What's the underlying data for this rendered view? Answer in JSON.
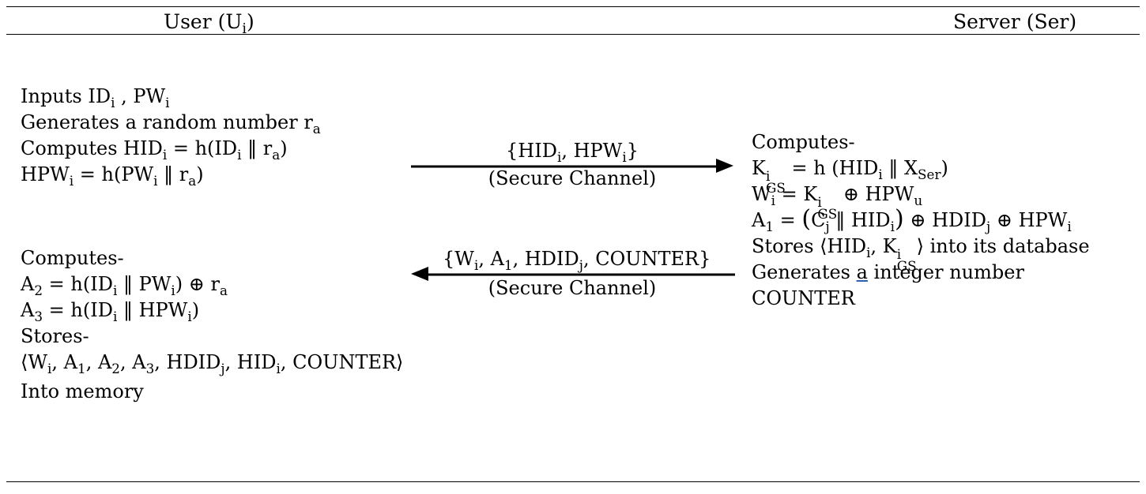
{
  "header": {
    "user_title": "User (U",
    "user_title_sub": "i",
    "user_title_close": ")",
    "server_title": "Server (Ser)"
  },
  "user_block1": {
    "l1_a": "Inputs ID",
    "l1_a_sub": "i",
    "l1_b": " , PW",
    "l1_b_sub": "i",
    "l2_a": "Generates a random number  r",
    "l2_a_sub": "a",
    "l3_a": "Computes HID",
    "l3_a_sub": "i",
    "l3_b": " = h(ID",
    "l3_b_sub": "i",
    "l3_c": " ‖  r",
    "l3_c_sub": "a",
    "l3_d": ")",
    "l4_a": "HPW",
    "l4_a_sub": "i",
    "l4_b": " = h(PW",
    "l4_b_sub": "i",
    "l4_c": " ‖  r",
    "l4_c_sub": "a",
    "l4_d": ")"
  },
  "message1": {
    "label_a": "{HID",
    "label_a_sub": "i",
    "label_b": ", HPW",
    "label_b_sub": "i",
    "label_c": "}",
    "channel": "(Secure Channel)"
  },
  "server_block": {
    "l1": "Computes-",
    "l2_a": "K",
    "l2_sup": "i",
    "l2_sub": "GS",
    "l2_b": " = h (HID",
    "l2_b_sub": "i",
    "l2_c": "  ‖  X",
    "l2_c_sub": "Ser",
    "l2_d": ")",
    "l3_a": "W",
    "l3_a_sub": "i",
    "l3_b": " = K",
    "l3_sup": "i",
    "l3_sub": "GS",
    "l3_c": " ⊕ HPW",
    "l3_c_sub": "u",
    "l4_a": "A",
    "l4_a_sub": "1",
    "l4_b": " = ",
    "l4_open": "(",
    "l4_c": "C",
    "l4_c_sub": "j",
    "l4_d": " ‖  HID",
    "l4_d_sub": "i",
    "l4_close": ")",
    "l4_e": " ⊕ HDID",
    "l4_e_sub": "j",
    "l4_f": " ⊕ HPW",
    "l4_f_sub": "i",
    "l5_a": "Stores ⟨HID",
    "l5_a_sub": "i",
    "l5_b": ", K",
    "l5_sup": "i",
    "l5_sub": "GS",
    "l5_c": "⟩ into its database",
    "l6_a": "Generates ",
    "l6_u": "a",
    "l6_b": " integer number",
    "l7": "COUNTER"
  },
  "message2": {
    "label_a": "{W",
    "label_a_sub": "i",
    "label_b": ", A",
    "label_b_sub": "1",
    "label_c": ", HDID",
    "label_c_sub": "j",
    "label_d": ", COUNTER}",
    "channel": "(Secure Channel)"
  },
  "user_block2": {
    "l1": "Computes-",
    "l2_a": "A",
    "l2_a_sub": "2",
    "l2_b": " = h(ID",
    "l2_b_sub": "i",
    "l2_c": " ‖  PW",
    "l2_c_sub": "i",
    "l2_d": ") ⊕ r",
    "l2_d_sub": "a",
    "l3_a": "A",
    "l3_a_sub": "3",
    "l3_b": " = h(ID",
    "l3_b_sub": "i",
    "l3_c": " ‖  HPW",
    "l3_c_sub": "i",
    "l3_d": ")",
    "l4": "Stores-",
    "l5_a": "⟨W",
    "l5_a_sub": "i",
    "l5_b": ", A",
    "l5_b_sub": "1",
    "l5_c": ", A",
    "l5_c_sub": "2",
    "l5_d": ", A",
    "l5_d_sub": "3",
    "l5_e": ", HDID",
    "l5_e_sub": "j",
    "l5_f": ", HID",
    "l5_f_sub": "i",
    "l5_g": ", COUNTER⟩",
    "l6": "Into memory"
  }
}
